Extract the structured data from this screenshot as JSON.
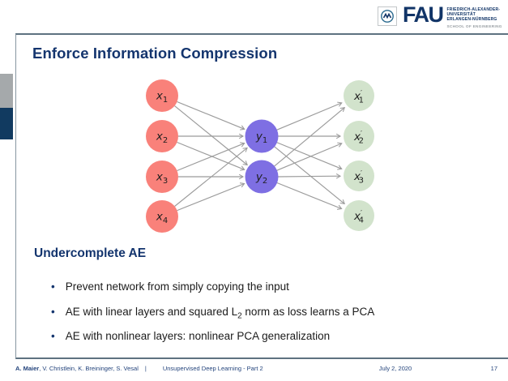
{
  "header": {
    "logo": {
      "acronym": "FAU",
      "line1": "FRIEDRICH-ALEXANDER-",
      "line2": "UNIVERSITÄT",
      "line3": "ERLANGEN-NÜRNBERG",
      "school": "SCHOOL OF ENGINEERING"
    }
  },
  "slide": {
    "title": "Enforce Information Compression",
    "section_heading": "Undercomplete AE",
    "bullet_glyph": "•",
    "bullets": [
      {
        "pre": "Prevent network from simply copying the input",
        "sub": "",
        "post": ""
      },
      {
        "pre": "AE with linear layers and squared L",
        "sub": "2",
        "post": " norm as loss learns a PCA"
      },
      {
        "pre": "AE with nonlinear layers: nonlinear PCA generalization",
        "sub": "",
        "post": ""
      }
    ]
  },
  "diagram": {
    "input_nodes": [
      {
        "var": "x",
        "sub": "1"
      },
      {
        "var": "x",
        "sub": "2"
      },
      {
        "var": "x",
        "sub": "3"
      },
      {
        "var": "x",
        "sub": "4"
      }
    ],
    "hidden_nodes": [
      {
        "var": "y",
        "sub": "1"
      },
      {
        "var": "y",
        "sub": "2"
      }
    ],
    "output_nodes": [
      {
        "var": "x",
        "prime": "′",
        "sub": "1"
      },
      {
        "var": "x",
        "prime": "′",
        "sub": "2"
      },
      {
        "var": "x",
        "prime": "′",
        "sub": "3"
      },
      {
        "var": "x",
        "prime": "′",
        "sub": "4"
      }
    ],
    "edges": {
      "input_to_hidden": "fully-connected 4x2",
      "hidden_to_output": "fully-connected 2x4"
    },
    "colors": {
      "input": "#f9817a",
      "hidden": "#7e6fe3",
      "output": "#d2e3cc",
      "edge": "#9b9b9b"
    }
  },
  "footer": {
    "author_bold": "A. Maier",
    "authors_rest": ", V. Christlein, K. Breininger, S. Vesal",
    "separator": "|",
    "course": "Unsupervised Deep Learning - Part 2",
    "date": "July 2, 2020",
    "page": "17"
  }
}
